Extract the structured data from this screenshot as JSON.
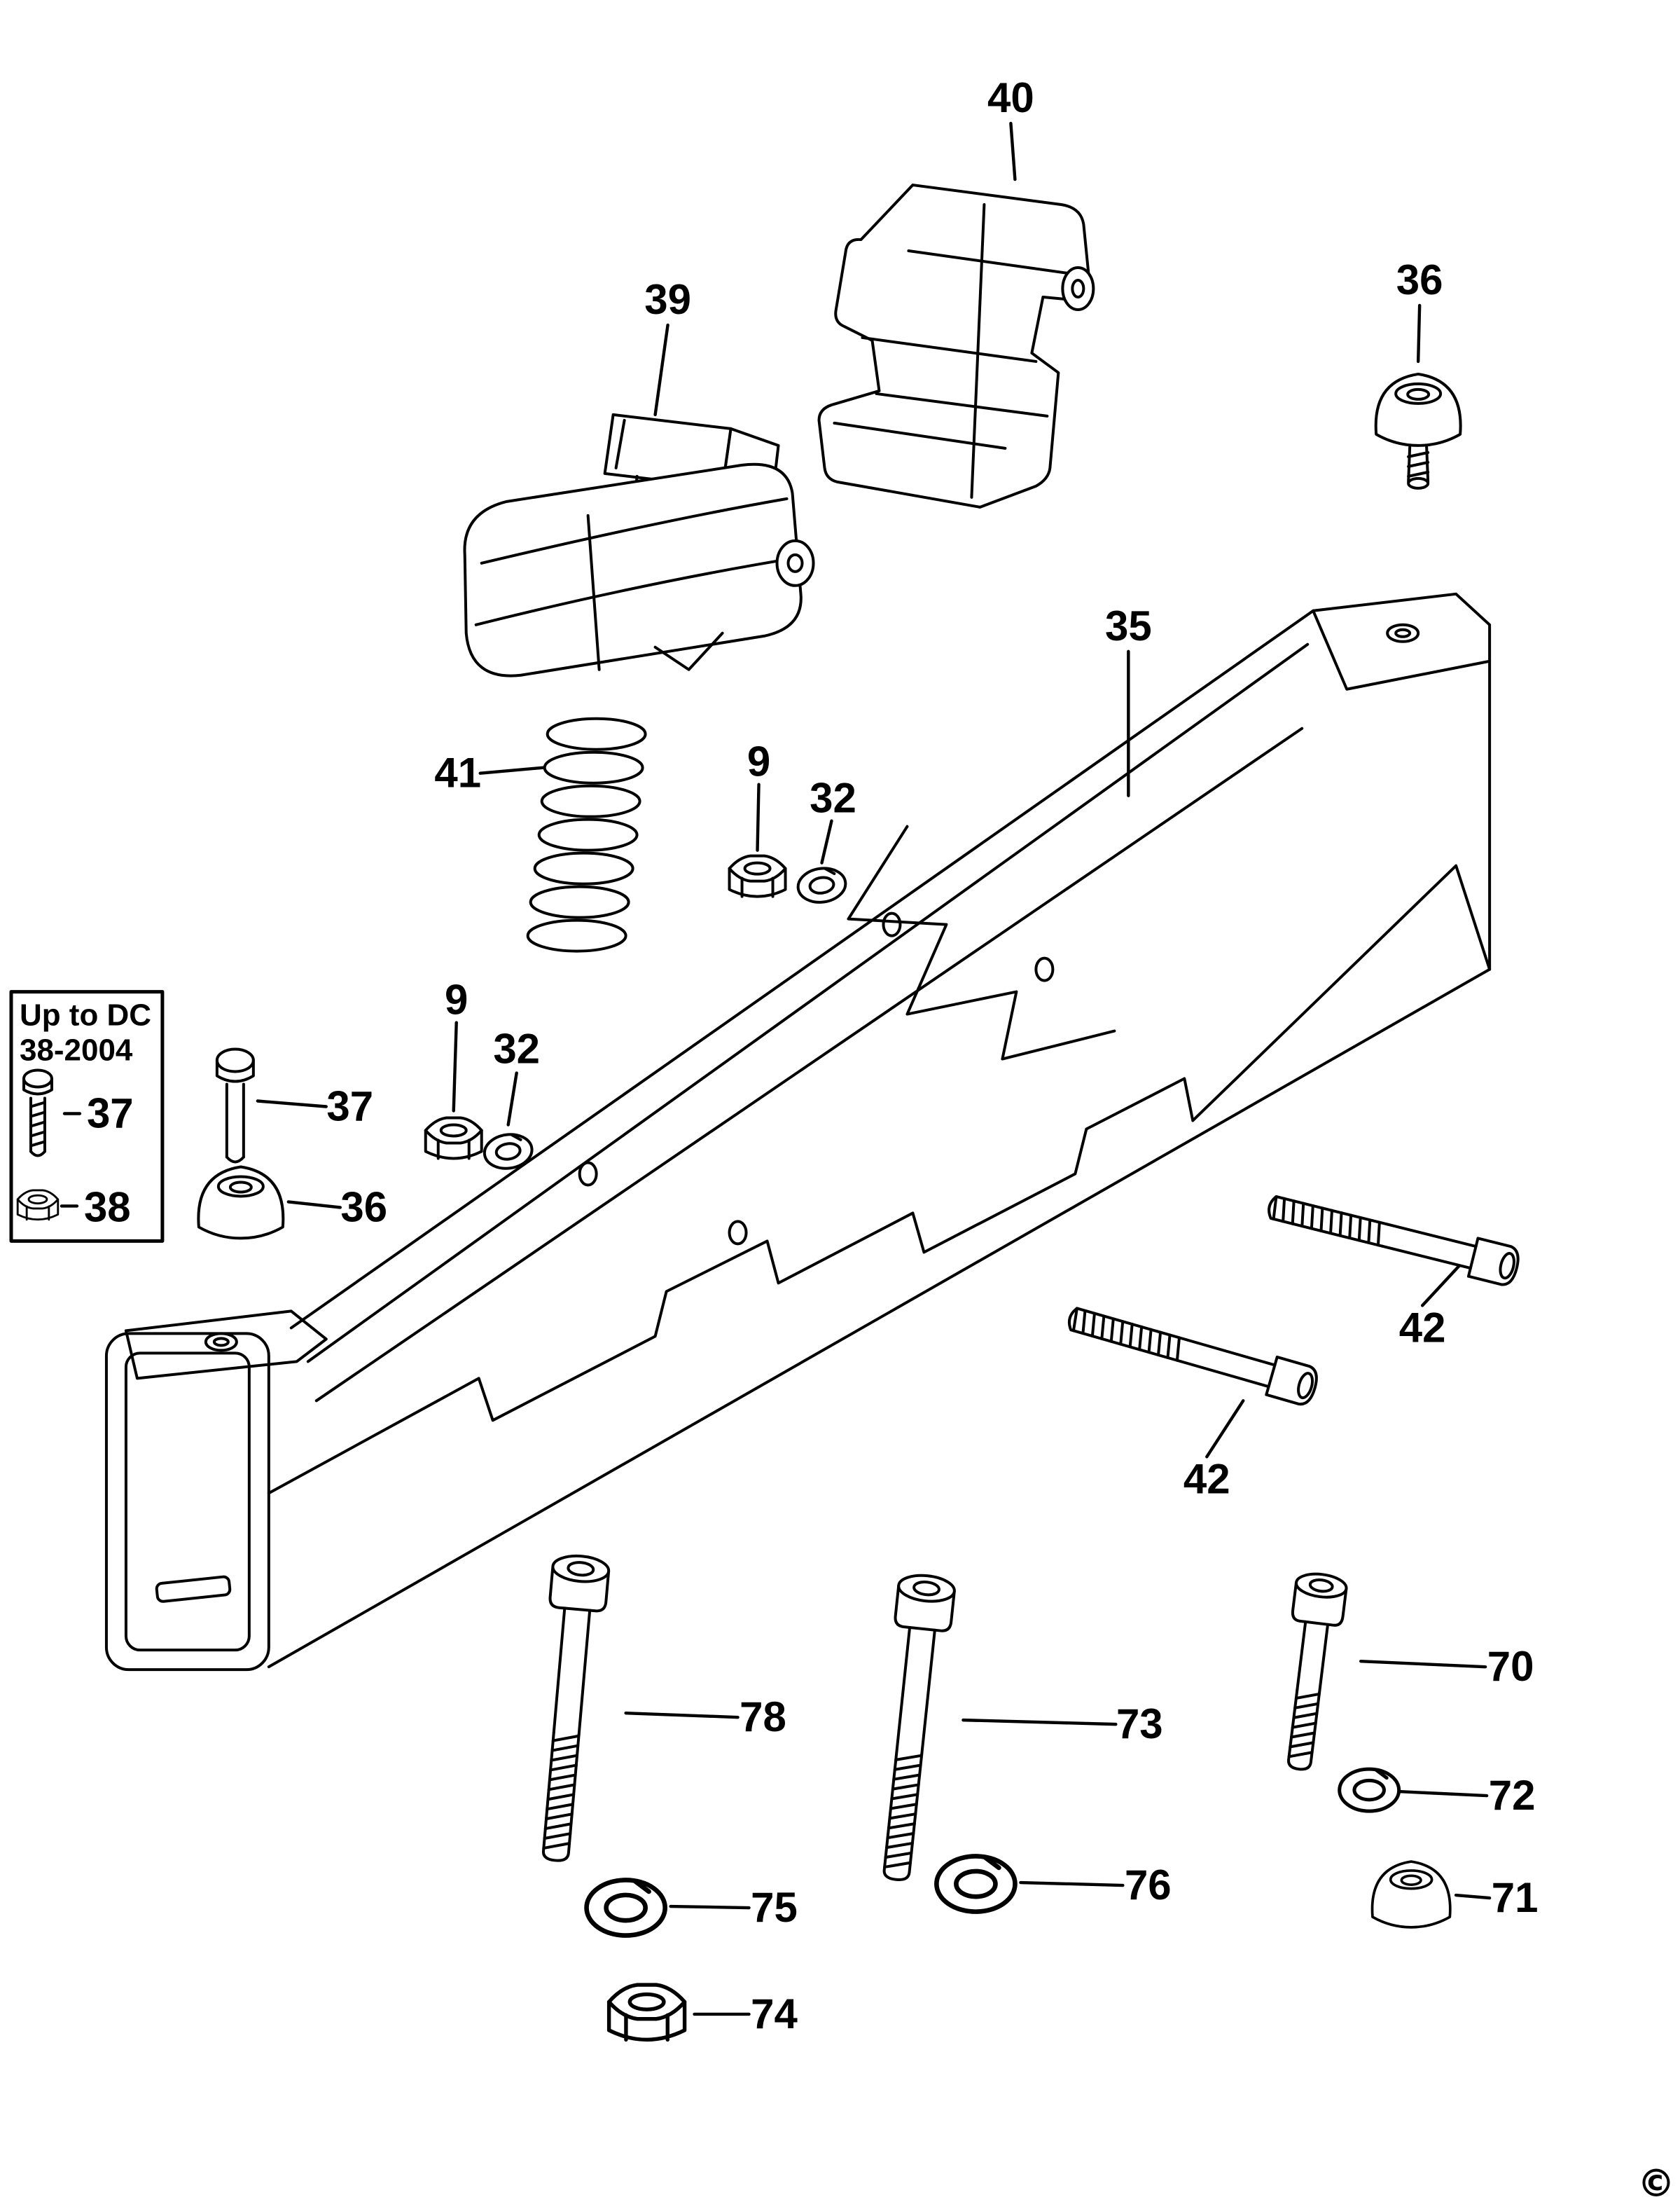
{
  "diagram": {
    "title": "exploded-parts-diagram",
    "note_box": {
      "line1": "Up to DC",
      "line2": "38-2004"
    },
    "copyright": "©"
  },
  "callouts": [
    {
      "label": "40",
      "part": "top-clamp-bracket"
    },
    {
      "label": "39",
      "part": "lock-lever-housing"
    },
    {
      "label": "36",
      "part": "rubber-foot-top-right"
    },
    {
      "label": "35",
      "part": "leg-channel"
    },
    {
      "label": "41",
      "part": "spring"
    },
    {
      "label": "9",
      "part": "hex-nut-upper"
    },
    {
      "label": "32",
      "part": "lock-washer-upper"
    },
    {
      "label": "9",
      "part": "hex-nut-lower"
    },
    {
      "label": "32",
      "part": "lock-washer-lower"
    },
    {
      "label": "37",
      "part": "screw-in-note-box"
    },
    {
      "label": "38",
      "part": "nut-in-note-box"
    },
    {
      "label": "37",
      "part": "pin-screw"
    },
    {
      "label": "36",
      "part": "rubber-foot-left"
    },
    {
      "label": "42",
      "part": "socket-bolt-upper"
    },
    {
      "label": "42",
      "part": "socket-bolt-lower"
    },
    {
      "label": "78",
      "part": "long-bolt-left"
    },
    {
      "label": "73",
      "part": "long-bolt-middle"
    },
    {
      "label": "70",
      "part": "bolt-right"
    },
    {
      "label": "72",
      "part": "washer-right"
    },
    {
      "label": "76",
      "part": "washer-middle"
    },
    {
      "label": "75",
      "part": "washer-left"
    },
    {
      "label": "71",
      "part": "rubber-foot-bottom"
    },
    {
      "label": "74",
      "part": "hex-nut-bottom"
    }
  ]
}
